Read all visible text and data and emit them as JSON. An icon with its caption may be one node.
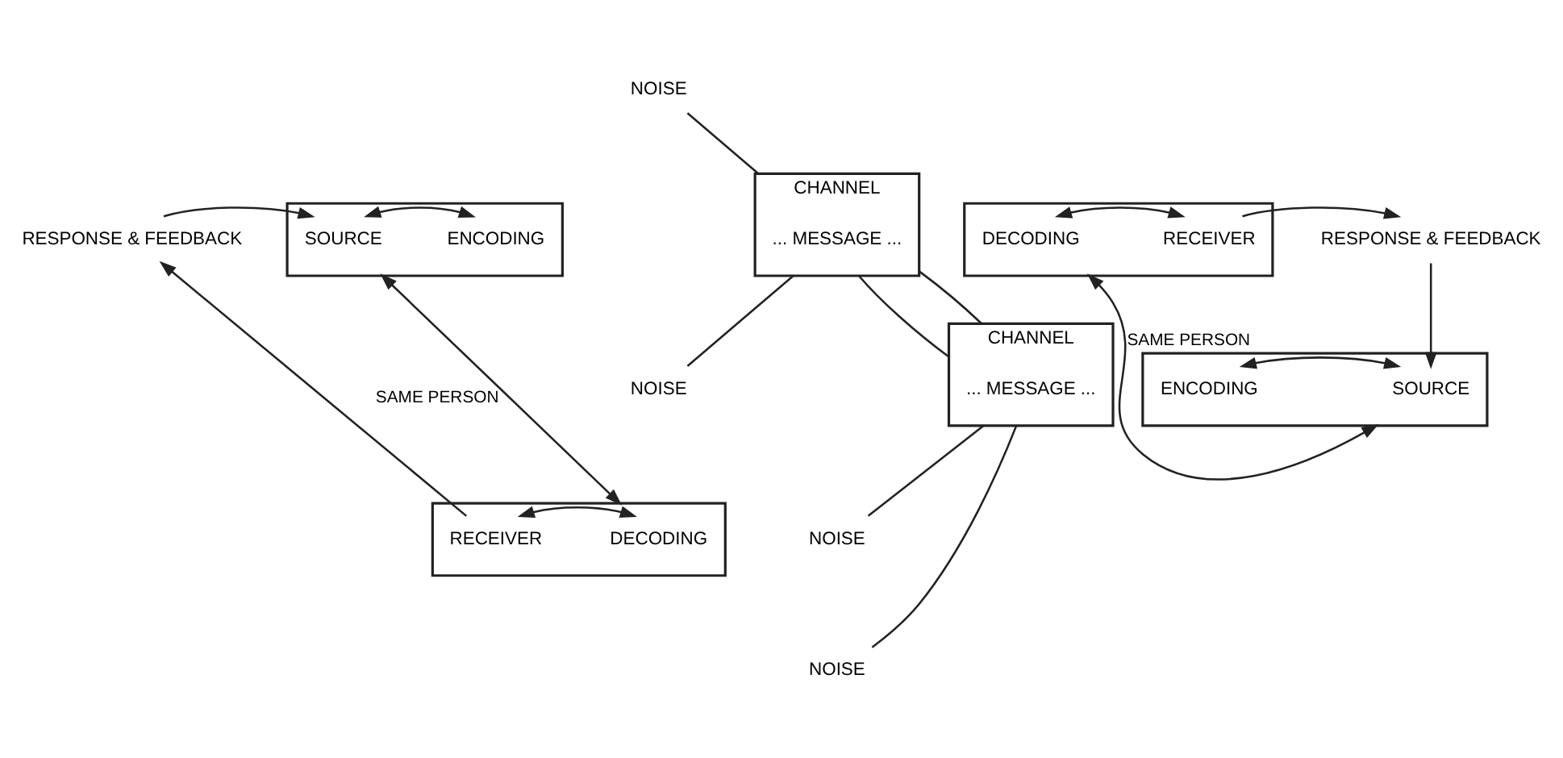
{
  "diagram": {
    "nodes": [
      {
        "text": [],
        "shape": "box"
      },
      {
        "text": [
          "SOURCE"
        ],
        "in": 0
      },
      {
        "text": [
          "ENCODING"
        ],
        "in": 0
      },
      {
        "text": [
          "CHANNEL"
        ]
      },
      {
        "text": [
          "... MESSAGE ..."
        ],
        "in": 3
      },
      {
        "text": [],
        "shape": "box"
      },
      {
        "text": [
          "DECODING"
        ],
        "in": 5
      },
      {
        "text": [
          "RECEIVER"
        ],
        "in": 5
      },
      {
        "text": [
          "NOISE"
        ]
      },
      {
        "text": [
          "NOISE"
        ]
      },
      {
        "text": [
          "RESPONSE & FEEDBACK"
        ]
      },
      {
        "text": [],
        "shape": "box"
      },
      {
        "text": [
          "SOURCE"
        ],
        "in": 11
      },
      {
        "text": [
          "ENCODING"
        ],
        "in": 11
      },
      {
        "text": [
          "CHANNEL"
        ]
      },
      {
        "text": [
          "... MESSAGE ..."
        ],
        "in": 14
      },
      {
        "text": [],
        "shape": "box"
      },
      {
        "text": [
          "DECODING"
        ],
        "in": 16
      },
      {
        "text": [
          "RECEIVER"
        ],
        "in": 16
      },
      {
        "text": [
          "NOISE"
        ]
      },
      {
        "text": [
          "NOISE"
        ]
      },
      {
        "text": [
          "RESPONSE & FEEDBACK"
        ]
      }
    ],
    "edges": [
      {
        "from": 21,
        "to": 1,
        "arrow": "to"
      },
      {
        "from": 1,
        "to": 2,
        "arrow": "both"
      },
      {
        "from": 6,
        "to": 7,
        "arrow": "both"
      },
      {
        "from": 7,
        "to": 10,
        "arrow": "to"
      },
      {
        "from": 10,
        "to": 12,
        "arrow": "to"
      },
      {
        "from": 8,
        "to": 3,
        "arrow": "none"
      },
      {
        "from": 9,
        "to": 3,
        "arrow": "none"
      },
      {
        "from": 3,
        "to": 14,
        "arrow": "none"
      },
      {
        "from": 3,
        "to": 14,
        "arrow": "none"
      },
      {
        "from": 5,
        "to": 11,
        "arrow": "both",
        "label": "SAME PERSON"
      },
      {
        "from": 0,
        "to": 16,
        "arrow": "both",
        "label": "SAME PERSON"
      },
      {
        "from": 12,
        "to": 13,
        "arrow": "both"
      },
      {
        "from": 17,
        "to": 18,
        "arrow": "both"
      },
      {
        "from": 18,
        "to": 21,
        "arrow": "to"
      },
      {
        "from": 19,
        "to": 14,
        "arrow": "none"
      },
      {
        "from": 20,
        "to": 14,
        "arrow": "none"
      }
    ]
  }
}
